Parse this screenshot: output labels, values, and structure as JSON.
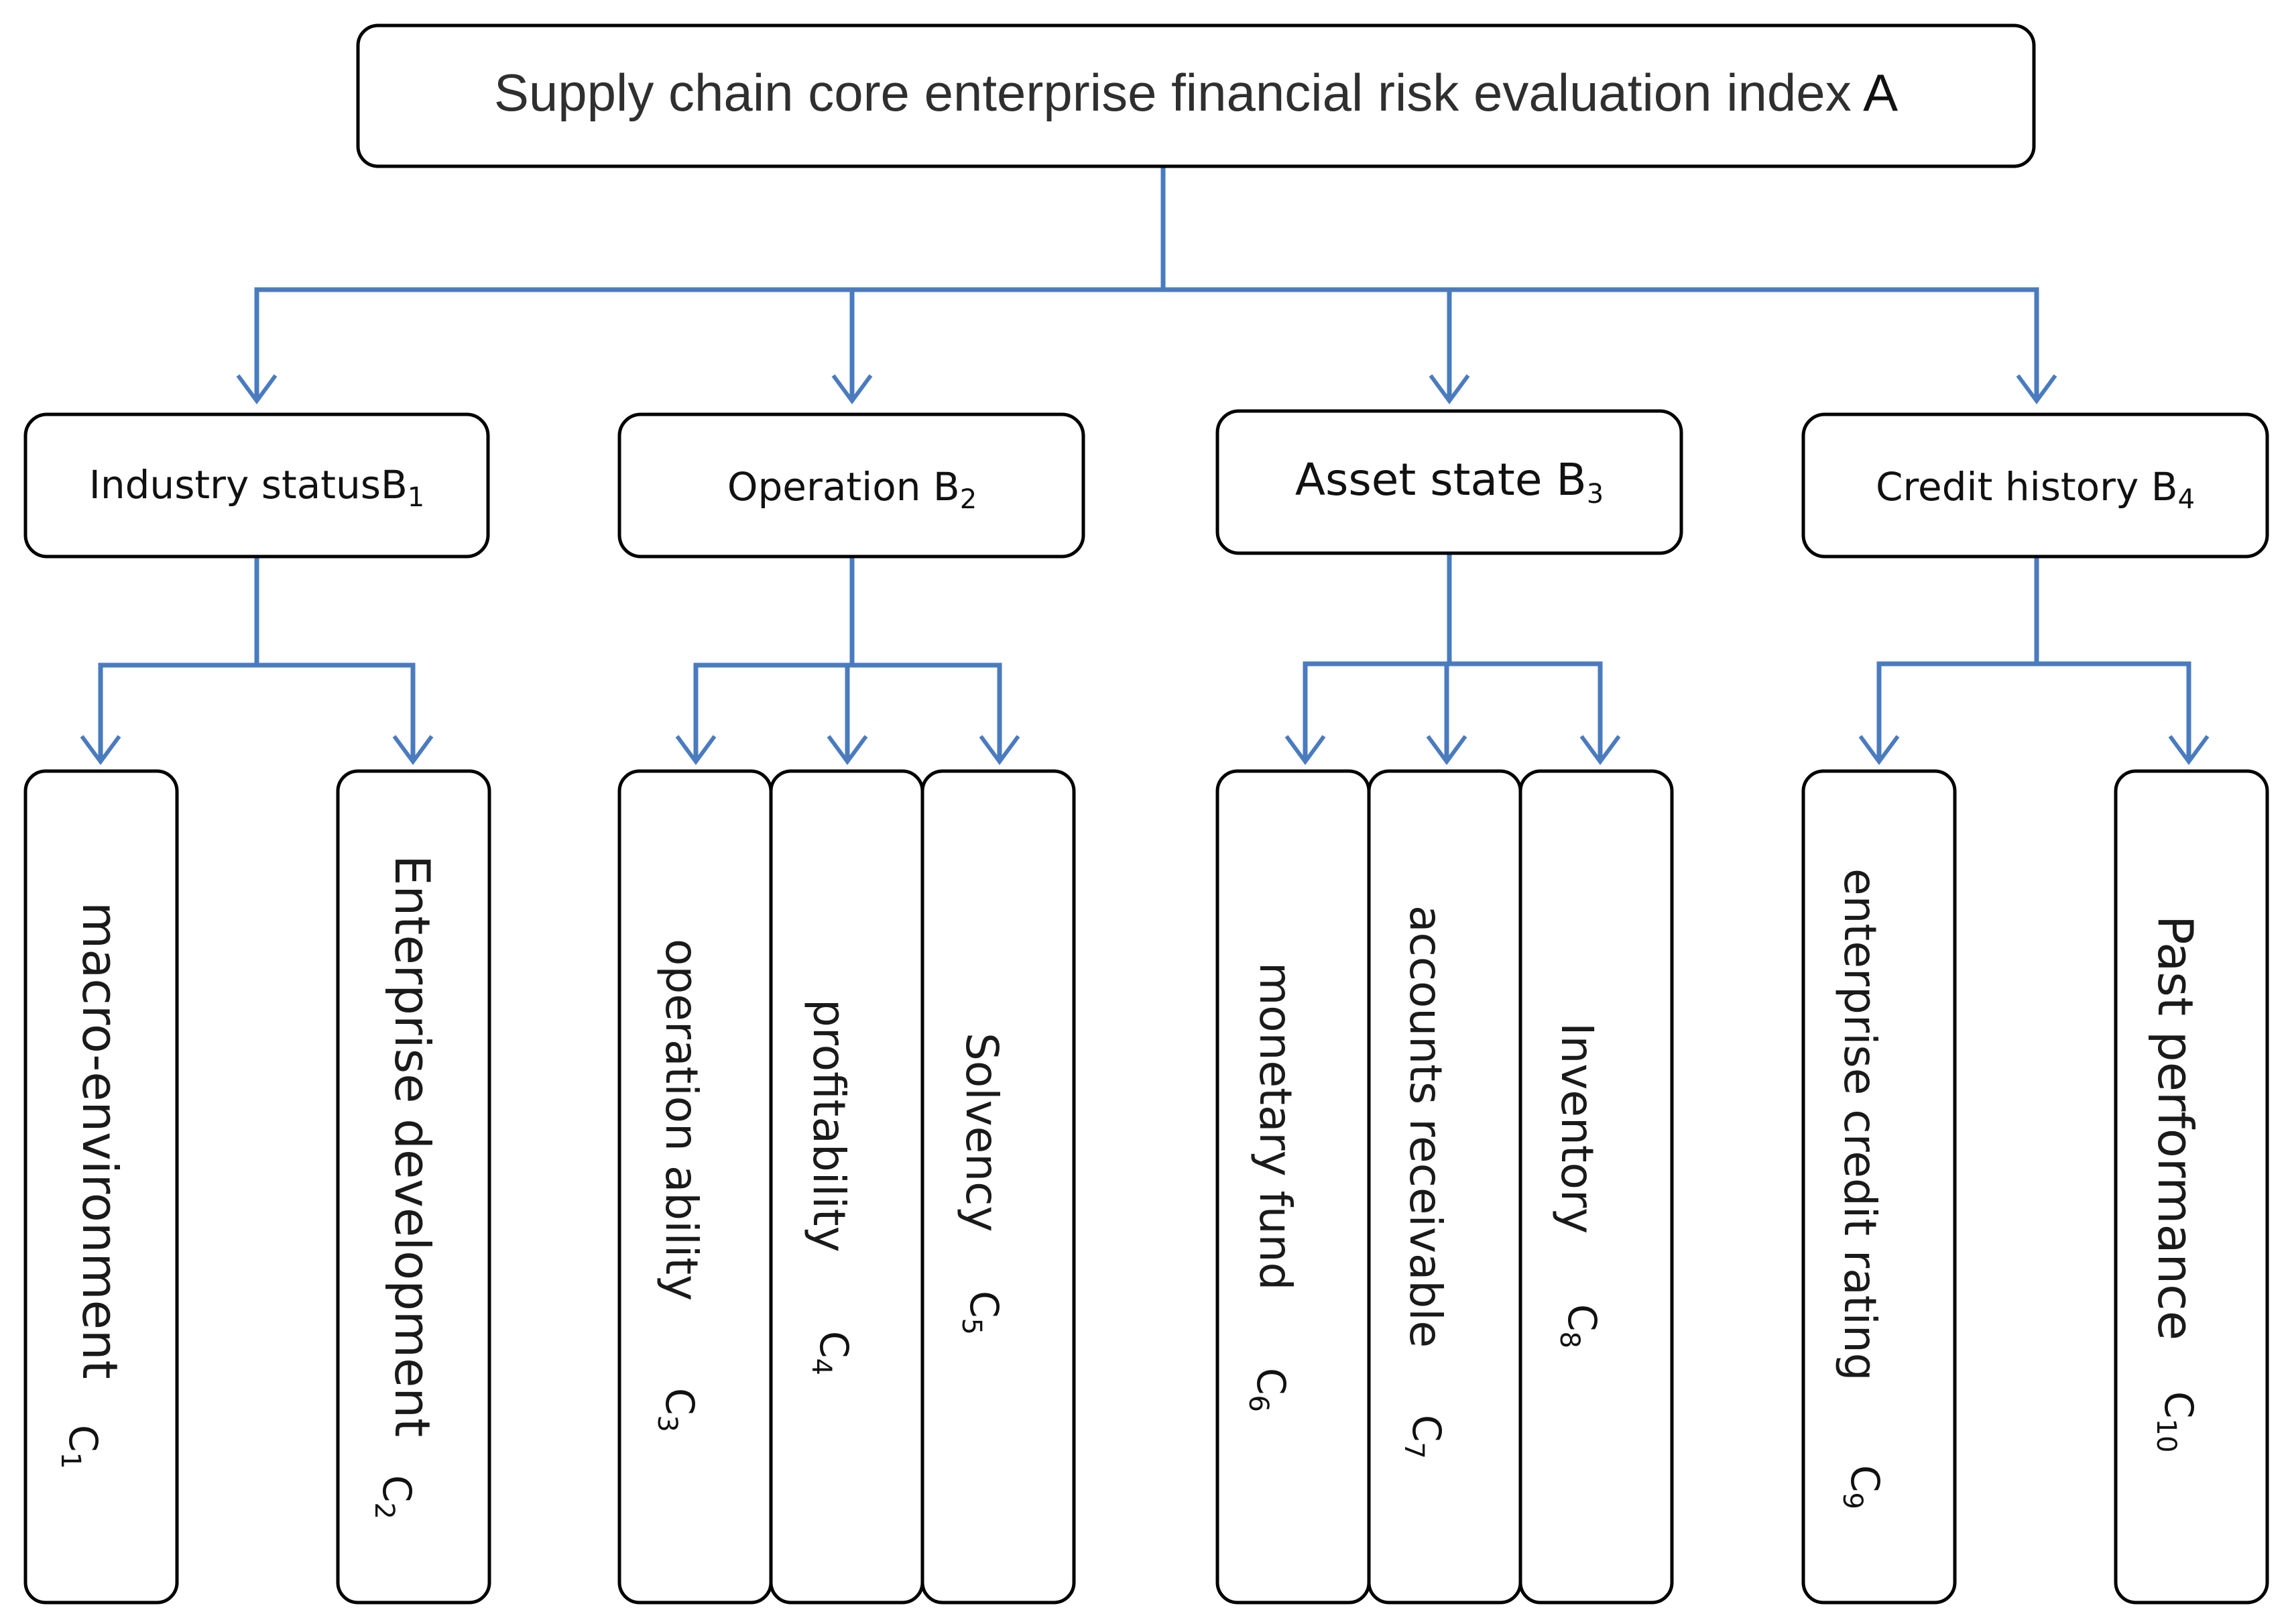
{
  "root": {
    "label": "Supply chain core enterprise financial risk evaluation index",
    "code": "A"
  },
  "criteria": [
    {
      "label": "Industry status",
      "code": "B",
      "sub": "1"
    },
    {
      "label": "Operation ",
      "code": "B",
      "sub": "2"
    },
    {
      "label": "Asset state ",
      "code": "B",
      "sub": "3"
    },
    {
      "label": "Credit history ",
      "code": "B",
      "sub": "4"
    }
  ],
  "indicators": [
    {
      "label": "macro-environment",
      "code": "C",
      "sub": "1"
    },
    {
      "label": "Enterprise development",
      "code": "C",
      "sub": "2"
    },
    {
      "label": "operation ability",
      "code": "C",
      "sub": "3"
    },
    {
      "label": "profitability",
      "code": "C",
      "sub": "4"
    },
    {
      "label": "Solvency",
      "code": "C",
      "sub": "5"
    },
    {
      "label": "monetary fund",
      "code": "C",
      "sub": "6"
    },
    {
      "label": "accounts receivable",
      "code": "C",
      "sub": "7"
    },
    {
      "label": "Inventory",
      "code": "C",
      "sub": "8"
    },
    {
      "label": "enterprise credit rating",
      "code": "C",
      "sub": "9"
    },
    {
      "label": "Past performance",
      "code": "C",
      "sub": "10"
    }
  ],
  "colors": {
    "connector": "#4a7bbf",
    "box_border": "#000000"
  }
}
